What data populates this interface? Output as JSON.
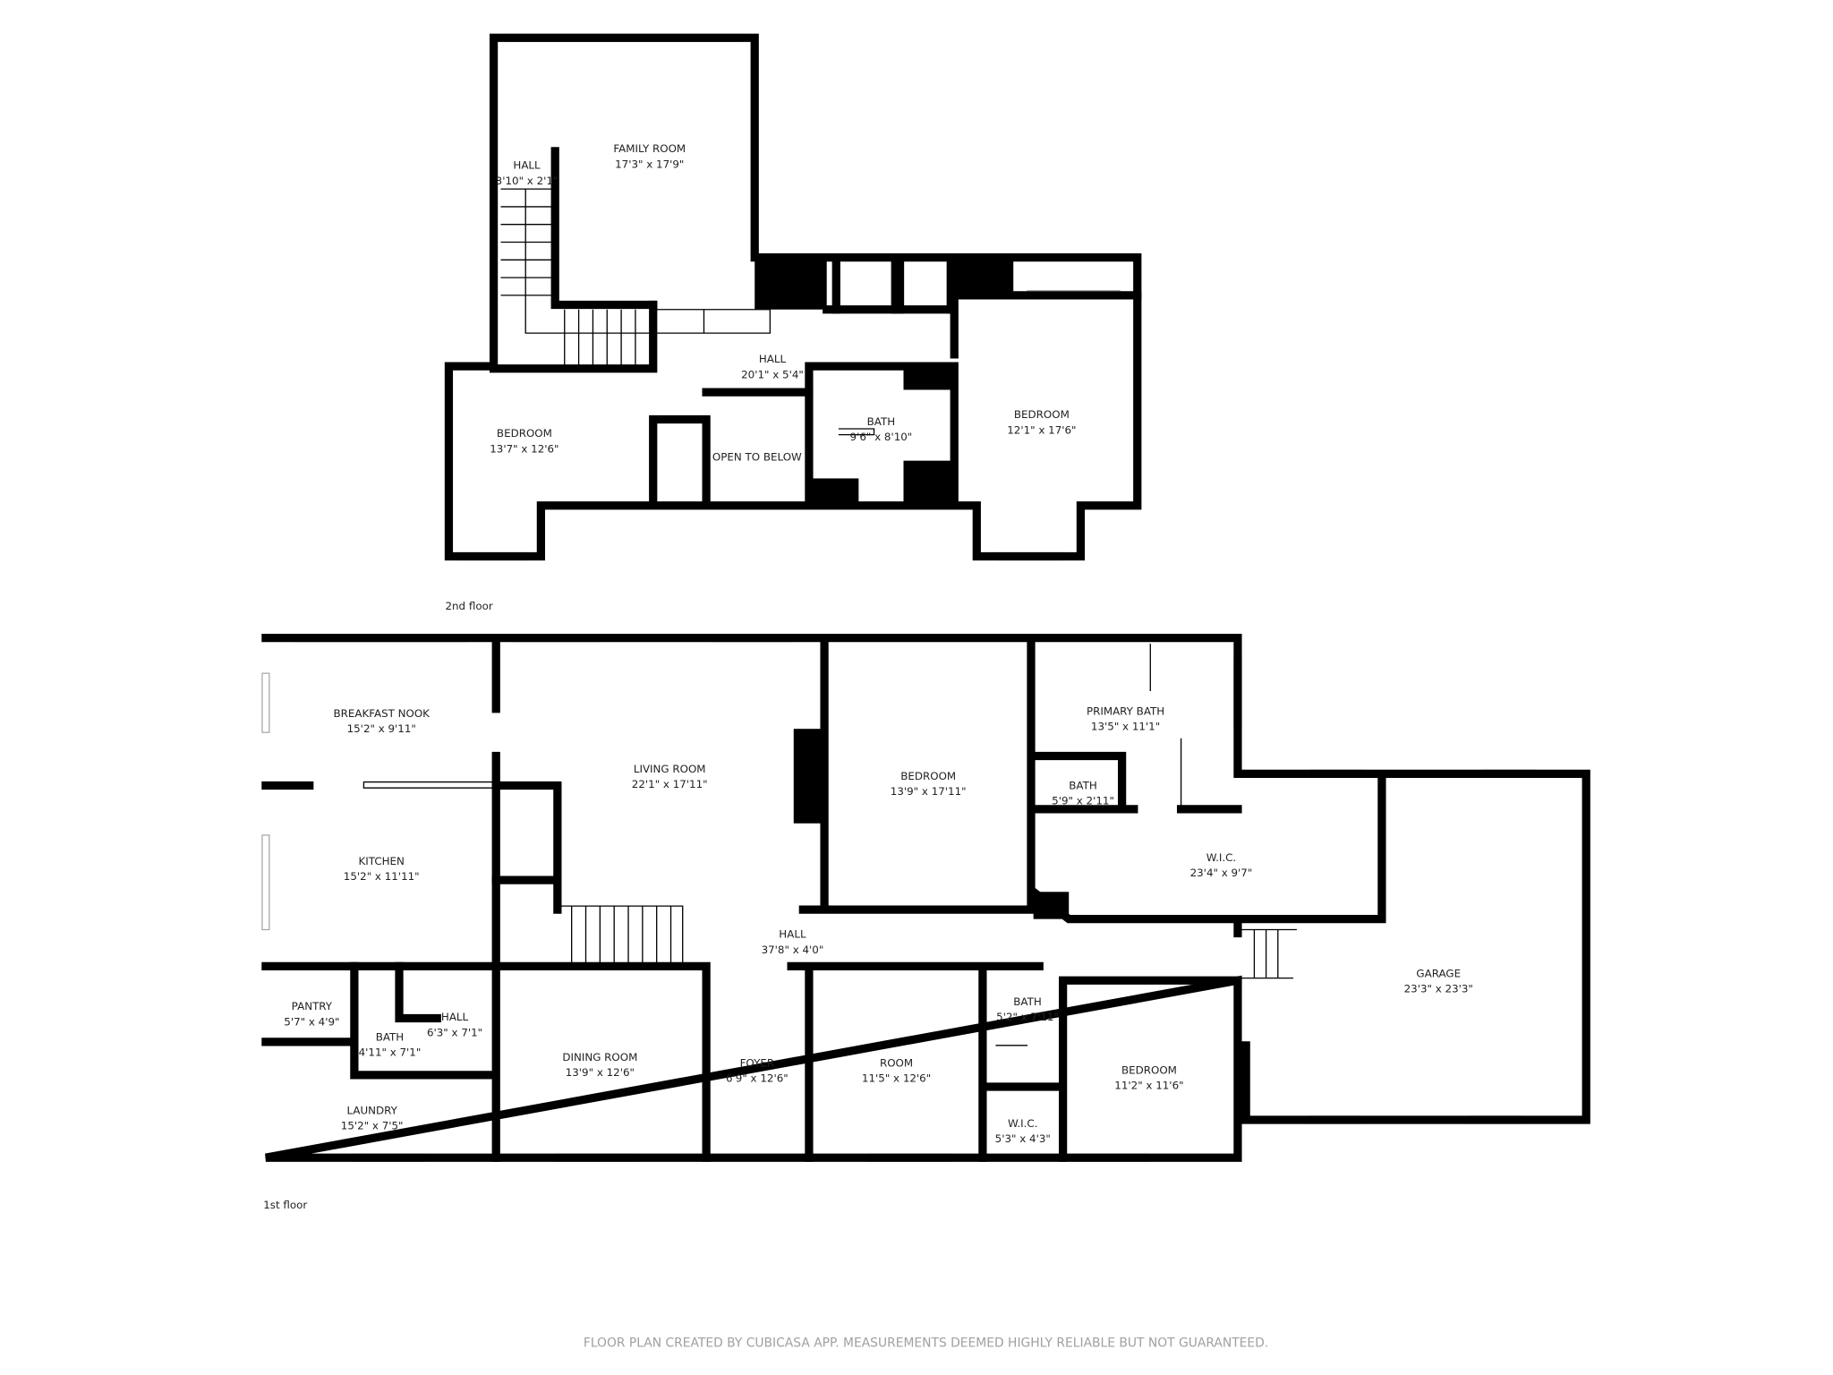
{
  "floors": [
    {
      "label": "2nd floor",
      "rooms": [
        {
          "name": "FAMILY ROOM",
          "size": "17'3\" x 17'9\""
        },
        {
          "name": "HALL",
          "size": "3'10\" x 2'1\""
        },
        {
          "name": "HALL",
          "size": "20'1\" x 5'4\""
        },
        {
          "name": "BEDROOM",
          "size": "13'7\" x 12'6\""
        },
        {
          "name": "OPEN TO BELOW",
          "size": ""
        },
        {
          "name": "BATH",
          "size": "9'6\" x 8'10\""
        },
        {
          "name": "BEDROOM",
          "size": "12'1\" x 17'6\""
        }
      ]
    },
    {
      "label": "1st floor",
      "rooms": [
        {
          "name": "BREAKFAST NOOK",
          "size": "15'2\" x 9'11\""
        },
        {
          "name": "LIVING ROOM",
          "size": "22'1\" x 17'11\""
        },
        {
          "name": "BEDROOM",
          "size": "13'9\" x 17'11\""
        },
        {
          "name": "PRIMARY BATH",
          "size": "13'5\" x 11'1\""
        },
        {
          "name": "BATH",
          "size": "5'9\" x 2'11\""
        },
        {
          "name": "KITCHEN",
          "size": "15'2\" x 11'11\""
        },
        {
          "name": "W.I.C.",
          "size": "23'4\" x 9'7\""
        },
        {
          "name": "HALL",
          "size": "37'8\" x 4'0\""
        },
        {
          "name": "GARAGE",
          "size": "23'3\" x 23'3\""
        },
        {
          "name": "PANTRY",
          "size": "5'7\" x 4'9\""
        },
        {
          "name": "HALL",
          "size": "6'3\" x 7'1\""
        },
        {
          "name": "BATH",
          "size": "4'11\" x 7'1\""
        },
        {
          "name": "DINING ROOM",
          "size": "13'9\" x 12'6\""
        },
        {
          "name": "FOYER",
          "size": "6'9\" x 12'6\""
        },
        {
          "name": "ROOM",
          "size": "11'5\" x 12'6\""
        },
        {
          "name": "BATH",
          "size": "5'2\" x 7'11\""
        },
        {
          "name": "BEDROOM",
          "size": "11'2\" x 11'6\""
        },
        {
          "name": "LAUNDRY",
          "size": "15'2\" x 7'5\""
        },
        {
          "name": "W.I.C.",
          "size": "5'3\" x 4'3\""
        }
      ]
    }
  ],
  "footer": "FLOOR PLAN CREATED BY CUBICASA APP. MEASUREMENTS DEEMED HIGHLY RELIABLE BUT NOT GUARANTEED.",
  "colors": {
    "walls": "#000000",
    "text": "#222222",
    "footer": "#a0a0a0"
  }
}
